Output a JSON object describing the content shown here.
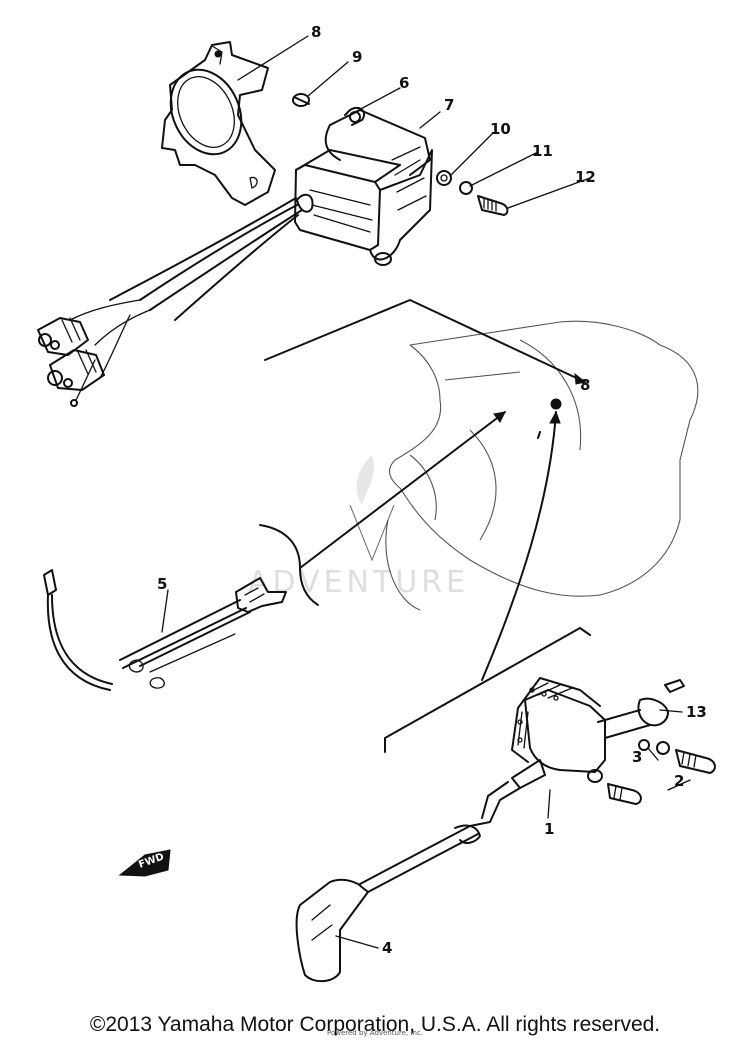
{
  "watermark": {
    "text": "ADVENTURE"
  },
  "fwd_label": "FWD",
  "part_numbers": [
    "1",
    "2",
    "3",
    "4",
    "5",
    "6",
    "7",
    "8",
    "9",
    "10",
    "11",
    "12",
    "13"
  ],
  "callout_label": "8",
  "footer": {
    "copyright": "©2013 Yamaha Motor Corporation, U.S.A. All rights reserved.",
    "sub_credit": "Powered by Adventure, Inc."
  }
}
